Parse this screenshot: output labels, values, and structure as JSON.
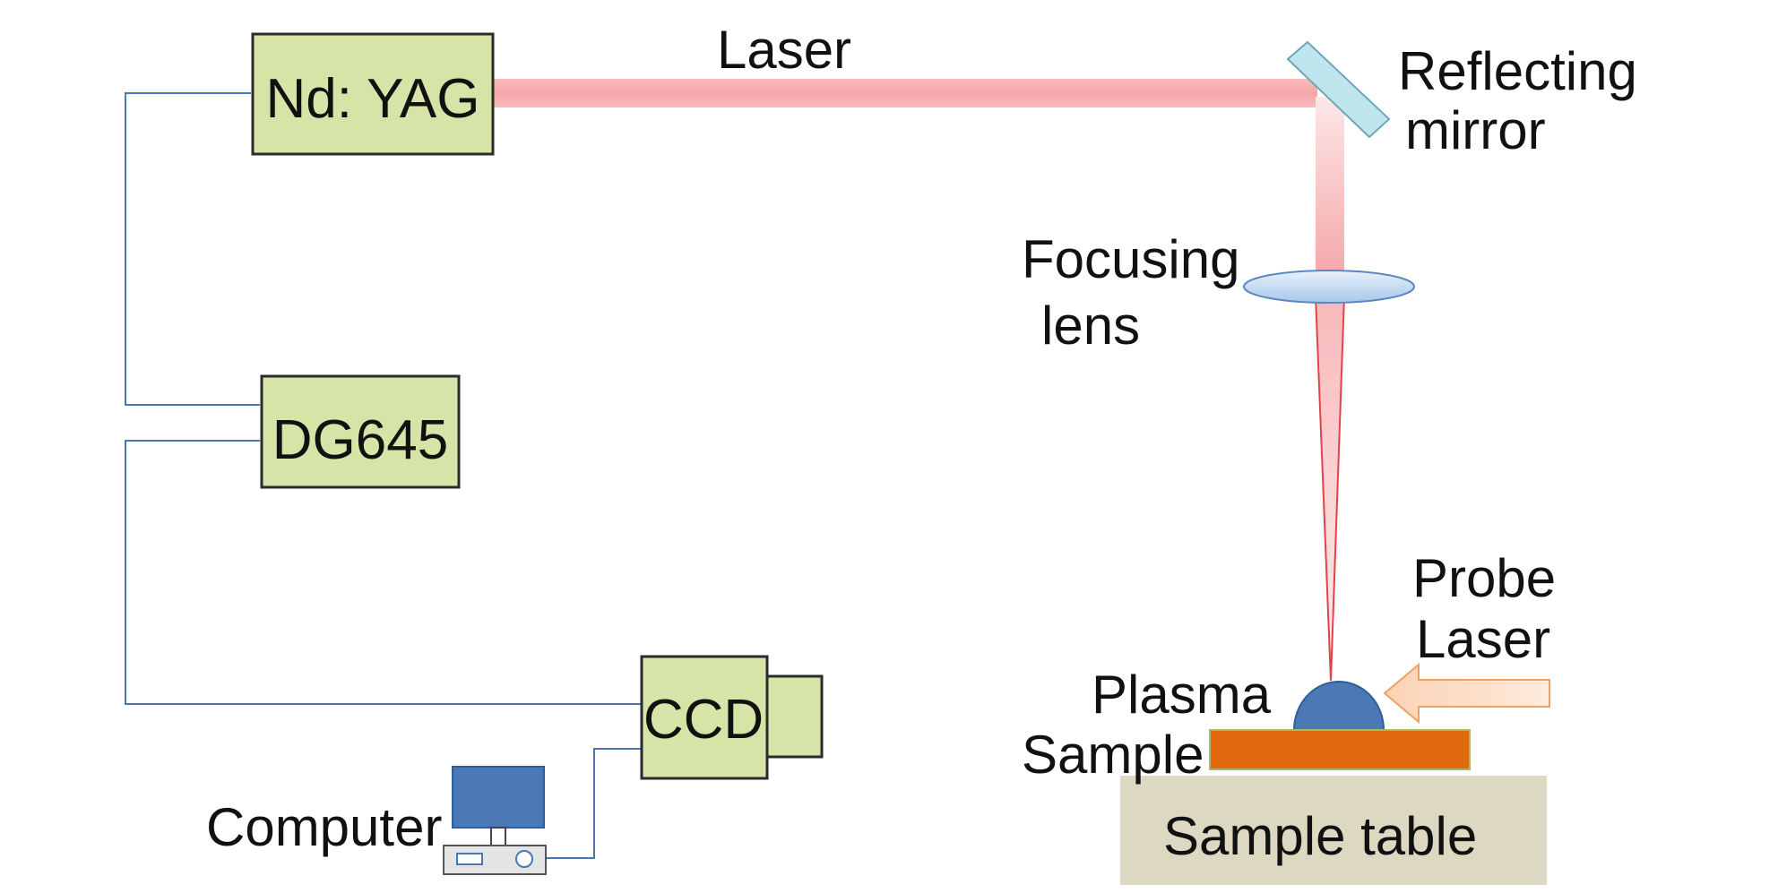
{
  "labels": {
    "nd_yag": "Nd: YAG",
    "laser": "Laser",
    "reflecting": "Reflecting",
    "mirror": "mirror",
    "focusing": "Focusing",
    "lens": "lens",
    "dg645": "DG645",
    "probe": "Probe",
    "probe_laser": "Laser",
    "plasma": "Plasma",
    "sample": "Sample",
    "ccd": "CCD",
    "computer": "Computer",
    "sample_table": "Sample table"
  },
  "colors": {
    "box_fill": "#d7e4a8",
    "box_stroke": "#2b2b2b",
    "beam": "#f4a6a8",
    "mirror": "#bfe6ef",
    "lens": "#c9dcf2",
    "wire": "#4a76b5",
    "plasma": "#4a79b5",
    "sample": "#e3690f",
    "table": "#ddd8c1",
    "probe_arrow_fill": "#fcd7bd",
    "probe_arrow_stroke": "#f0a060",
    "monitor": "#4a79b5"
  }
}
